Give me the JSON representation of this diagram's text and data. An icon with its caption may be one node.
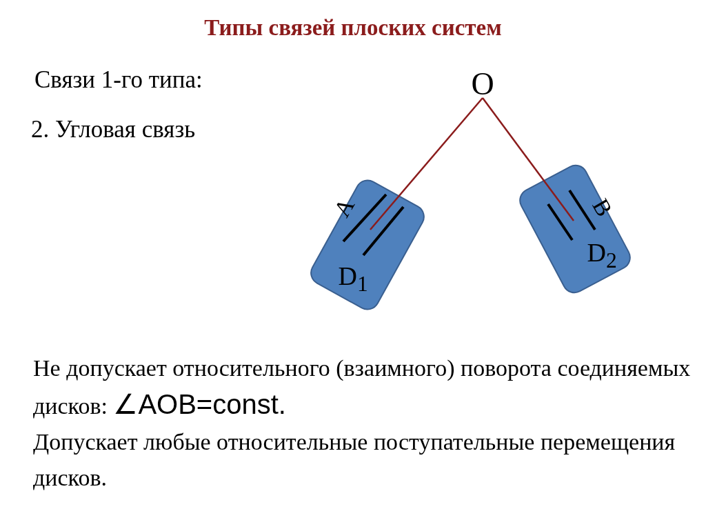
{
  "diagram": {
    "title": "Типы связей плоских систем",
    "nodes": [
      {
        "text": [
          "O"
        ]
      },
      {
        "text": [
          "D$_{1}$"
        ]
      },
      {
        "text": [
          "D$_{2}$"
        ]
      }
    ],
    "edges": [
      {
        "from": 0,
        "to": 1,
        "arrow": "none"
      },
      {
        "from": 0,
        "to": 2,
        "arrow": "none"
      }
    ],
    "labels": [
      "Связи 1-го типа:",
      "2. Угловая связь",
      "A",
      "B",
      "Не допускает относительного (взаимного) поворота соединяемых дисков:",
      "∠AOB=const.",
      "Допускает любые относительные поступательные перемещения дисков."
    ]
  }
}
